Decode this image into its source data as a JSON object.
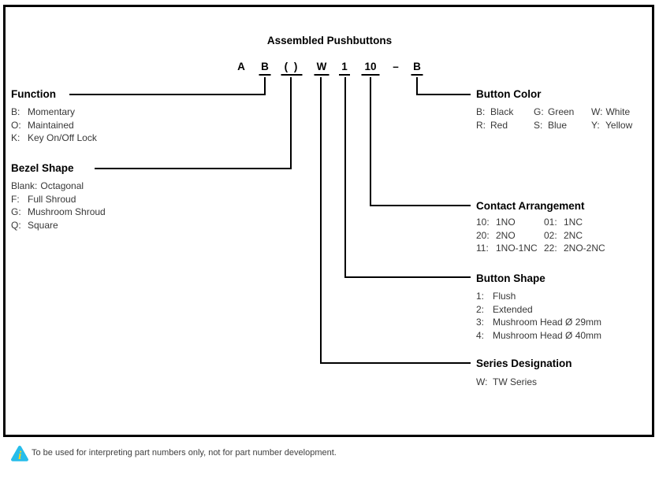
{
  "title": "Assembled Pushbuttons",
  "part_number": {
    "segments": [
      {
        "text": "A"
      },
      {
        "text": "B"
      },
      {
        "text": "( )"
      },
      {
        "text": "W"
      },
      {
        "text": "1"
      },
      {
        "text": "10"
      },
      {
        "text": "–"
      },
      {
        "text": "B"
      }
    ]
  },
  "sections": {
    "function": {
      "heading": "Function",
      "items": [
        {
          "key": "B:",
          "value": "Momentary"
        },
        {
          "key": "O:",
          "value": "Maintained"
        },
        {
          "key": "K:",
          "value": "Key On/Off Lock"
        }
      ]
    },
    "bezel_shape": {
      "heading": "Bezel Shape",
      "items": [
        {
          "key": "Blank:",
          "value": "Octagonal"
        },
        {
          "key": "F:",
          "value": "Full Shroud"
        },
        {
          "key": "G:",
          "value": "Mushroom Shroud"
        },
        {
          "key": "Q:",
          "value": "Square"
        }
      ]
    },
    "button_color": {
      "heading": "Button Color",
      "items": [
        {
          "key": "B:",
          "value": "Black"
        },
        {
          "key": "G:",
          "value": "Green"
        },
        {
          "key": "W:",
          "value": "White"
        },
        {
          "key": "R:",
          "value": "Red"
        },
        {
          "key": "S:",
          "value": "Blue"
        },
        {
          "key": "Y:",
          "value": "Yellow"
        }
      ]
    },
    "contact_arrangement": {
      "heading": "Contact Arrangement",
      "items": [
        {
          "key": "10:",
          "value": "1NO"
        },
        {
          "key": "01:",
          "value": "1NC"
        },
        {
          "key": "20:",
          "value": "2NO"
        },
        {
          "key": "02:",
          "value": "2NC"
        },
        {
          "key": "11:",
          "value": "1NO-1NC"
        },
        {
          "key": "22:",
          "value": "2NO-2NC"
        }
      ]
    },
    "button_shape": {
      "heading": "Button Shape",
      "items": [
        {
          "key": "1:",
          "value": "Flush"
        },
        {
          "key": "2:",
          "value": "Extended"
        },
        {
          "key": "3:",
          "value": "Mushroom Head Ø 29mm"
        },
        {
          "key": "4:",
          "value": "Mushroom Head Ø 40mm"
        }
      ]
    },
    "series_designation": {
      "heading": "Series Designation",
      "items": [
        {
          "key": "W:",
          "value": "TW Series"
        }
      ]
    }
  },
  "note": {
    "text": "To be used for interpreting part numbers only, not for part number development."
  },
  "colors": {
    "line": "#000000",
    "heading_text": "#000000",
    "body_text": "#383838",
    "note_icon_blue": "#27bdea",
    "note_icon_yellow": "#ffd21e"
  }
}
